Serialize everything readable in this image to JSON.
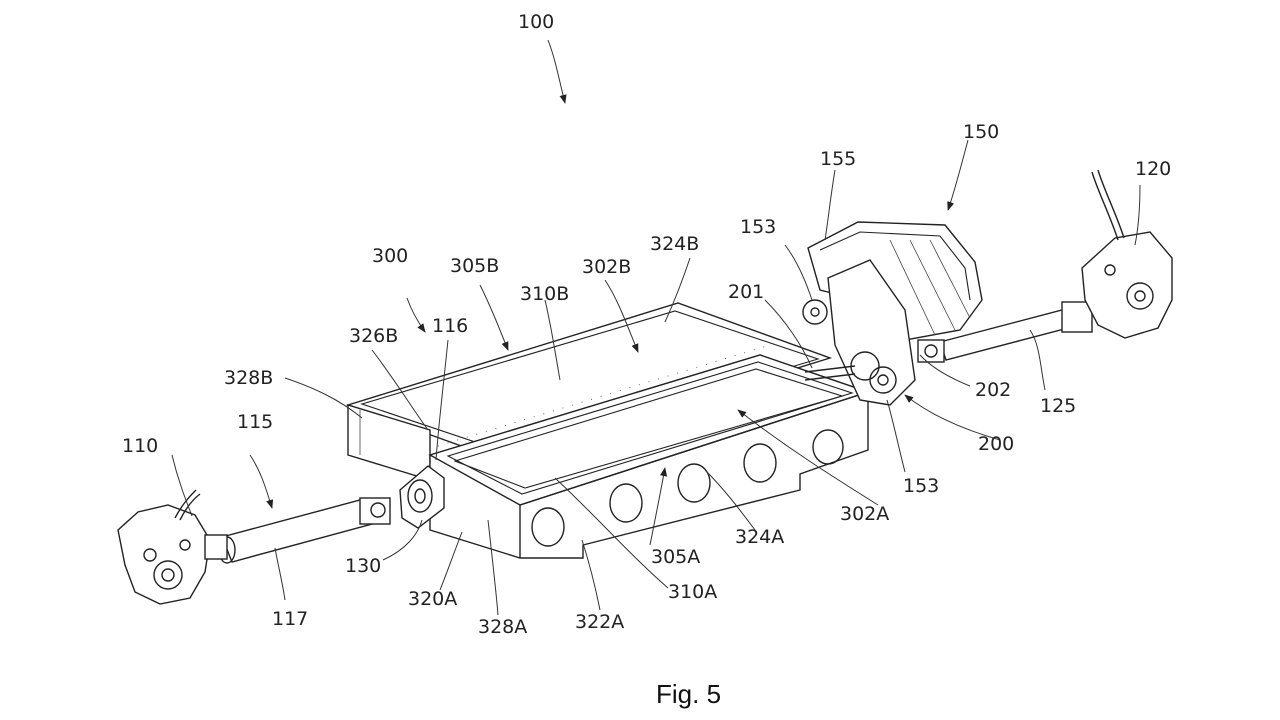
{
  "caption": "Fig. 5",
  "refs": {
    "r100": "100",
    "r110": "110",
    "r115": "115",
    "r116": "116",
    "r117": "117",
    "r120": "120",
    "r125": "125",
    "r130": "130",
    "r150": "150",
    "r153a": "153",
    "r153b": "153",
    "r155": "155",
    "r200": "200",
    "r201": "201",
    "r202": "202",
    "r300": "300",
    "r302A": "302A",
    "r302B": "302B",
    "r305A": "305A",
    "r305B": "305B",
    "r310A": "310A",
    "r310B": "310B",
    "r320A": "320A",
    "r322A": "322A",
    "r324A": "324A",
    "r324B": "324B",
    "r326B": "326B",
    "r328A": "328A",
    "r328B": "328B"
  }
}
